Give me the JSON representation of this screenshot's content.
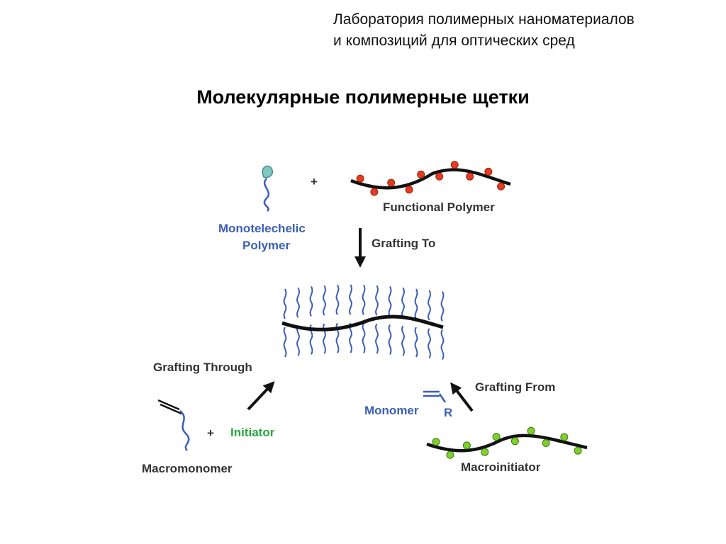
{
  "header": {
    "lab_line_1": "Лаборатория полимерных наноматериалов",
    "lab_line_2": "и композиций для оптических сред"
  },
  "slide": {
    "title": "Молекулярные полимерные щетки"
  },
  "diagram": {
    "functional_polymer": "Functional Polymer",
    "monotelechelic_line_1": "Monotelechelic",
    "monotelechelic_line_2": "Polymer",
    "plus_top": "+",
    "grafting_to": "Grafting To",
    "grafting_through": "Grafting Through",
    "grafting_from": "Grafting From",
    "macromonomer": "Macromonomer",
    "plus_bottom": "+",
    "initiator": "Initiator",
    "monomer": "Monomer",
    "monomer_r": "R",
    "macroinitiator": "Macroinitiator"
  },
  "colors": {
    "backbone": "#111111",
    "side_chain": "#3a5fb8",
    "functional_dot": "#e53b1e",
    "initiator_dot": "#7fcf2e",
    "label_dark": "#333333",
    "label_blue": "#3a5fb8",
    "label_green": "#2aa640",
    "end_group": "#7ec9c0"
  }
}
